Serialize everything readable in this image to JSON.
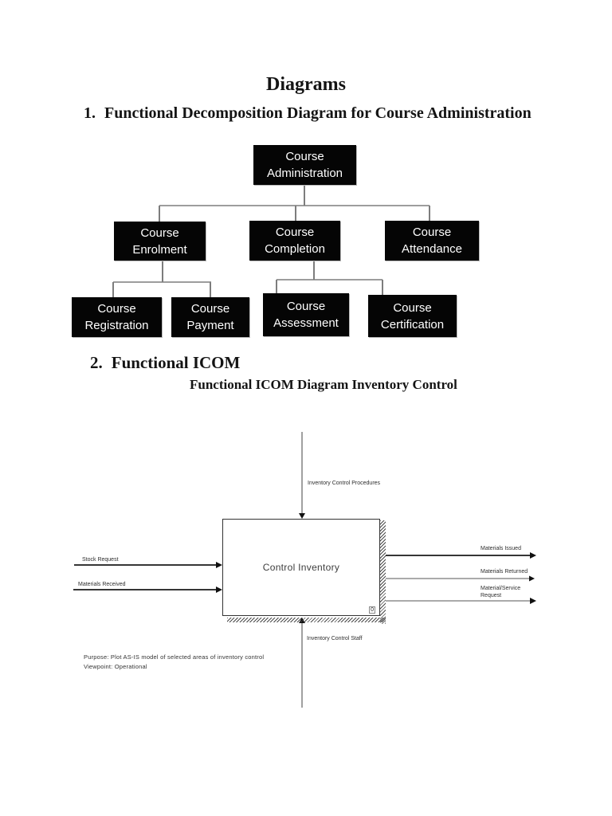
{
  "page": {
    "title": "Diagrams"
  },
  "sections": [
    {
      "number": "1.",
      "heading": "Functional Decomposition Diagram for Course Administration"
    },
    {
      "number": "2.",
      "heading": "Functional ICOM",
      "subtitle": "Functional ICOM Diagram Inventory Control"
    }
  ],
  "decomposition": {
    "nodes": [
      {
        "label": "Course Administration"
      },
      {
        "label": "Course Enrolment"
      },
      {
        "label": "Course Completion"
      },
      {
        "label": "Course Attendance"
      },
      {
        "label": "Course Registration"
      },
      {
        "label": "Course Payment"
      },
      {
        "label": "Course Assessment"
      },
      {
        "label": "Course Certification"
      }
    ]
  },
  "icom": {
    "process_box": {
      "label": "Control Inventory",
      "number": "0"
    },
    "control_label": "Inventory Control Procedures",
    "inputs": [
      {
        "label": "Stock Request"
      },
      {
        "label": "Materials Received"
      }
    ],
    "outputs": [
      {
        "label": "Materials Issued"
      },
      {
        "label": "Materials Returned"
      },
      {
        "label": "Material/Service Request"
      }
    ],
    "mechanism_label": "Inventory Control Staff",
    "purpose": "Purpose: Plot AS-IS model of selected areas of inventory control",
    "viewpoint": "Viewpoint: Operational"
  },
  "colors": {
    "node_fill": "#050505",
    "node_text": "#ffffff",
    "tree_connector": "#7d7d7d",
    "icom_line": "#555555",
    "arrow": "#111111"
  }
}
